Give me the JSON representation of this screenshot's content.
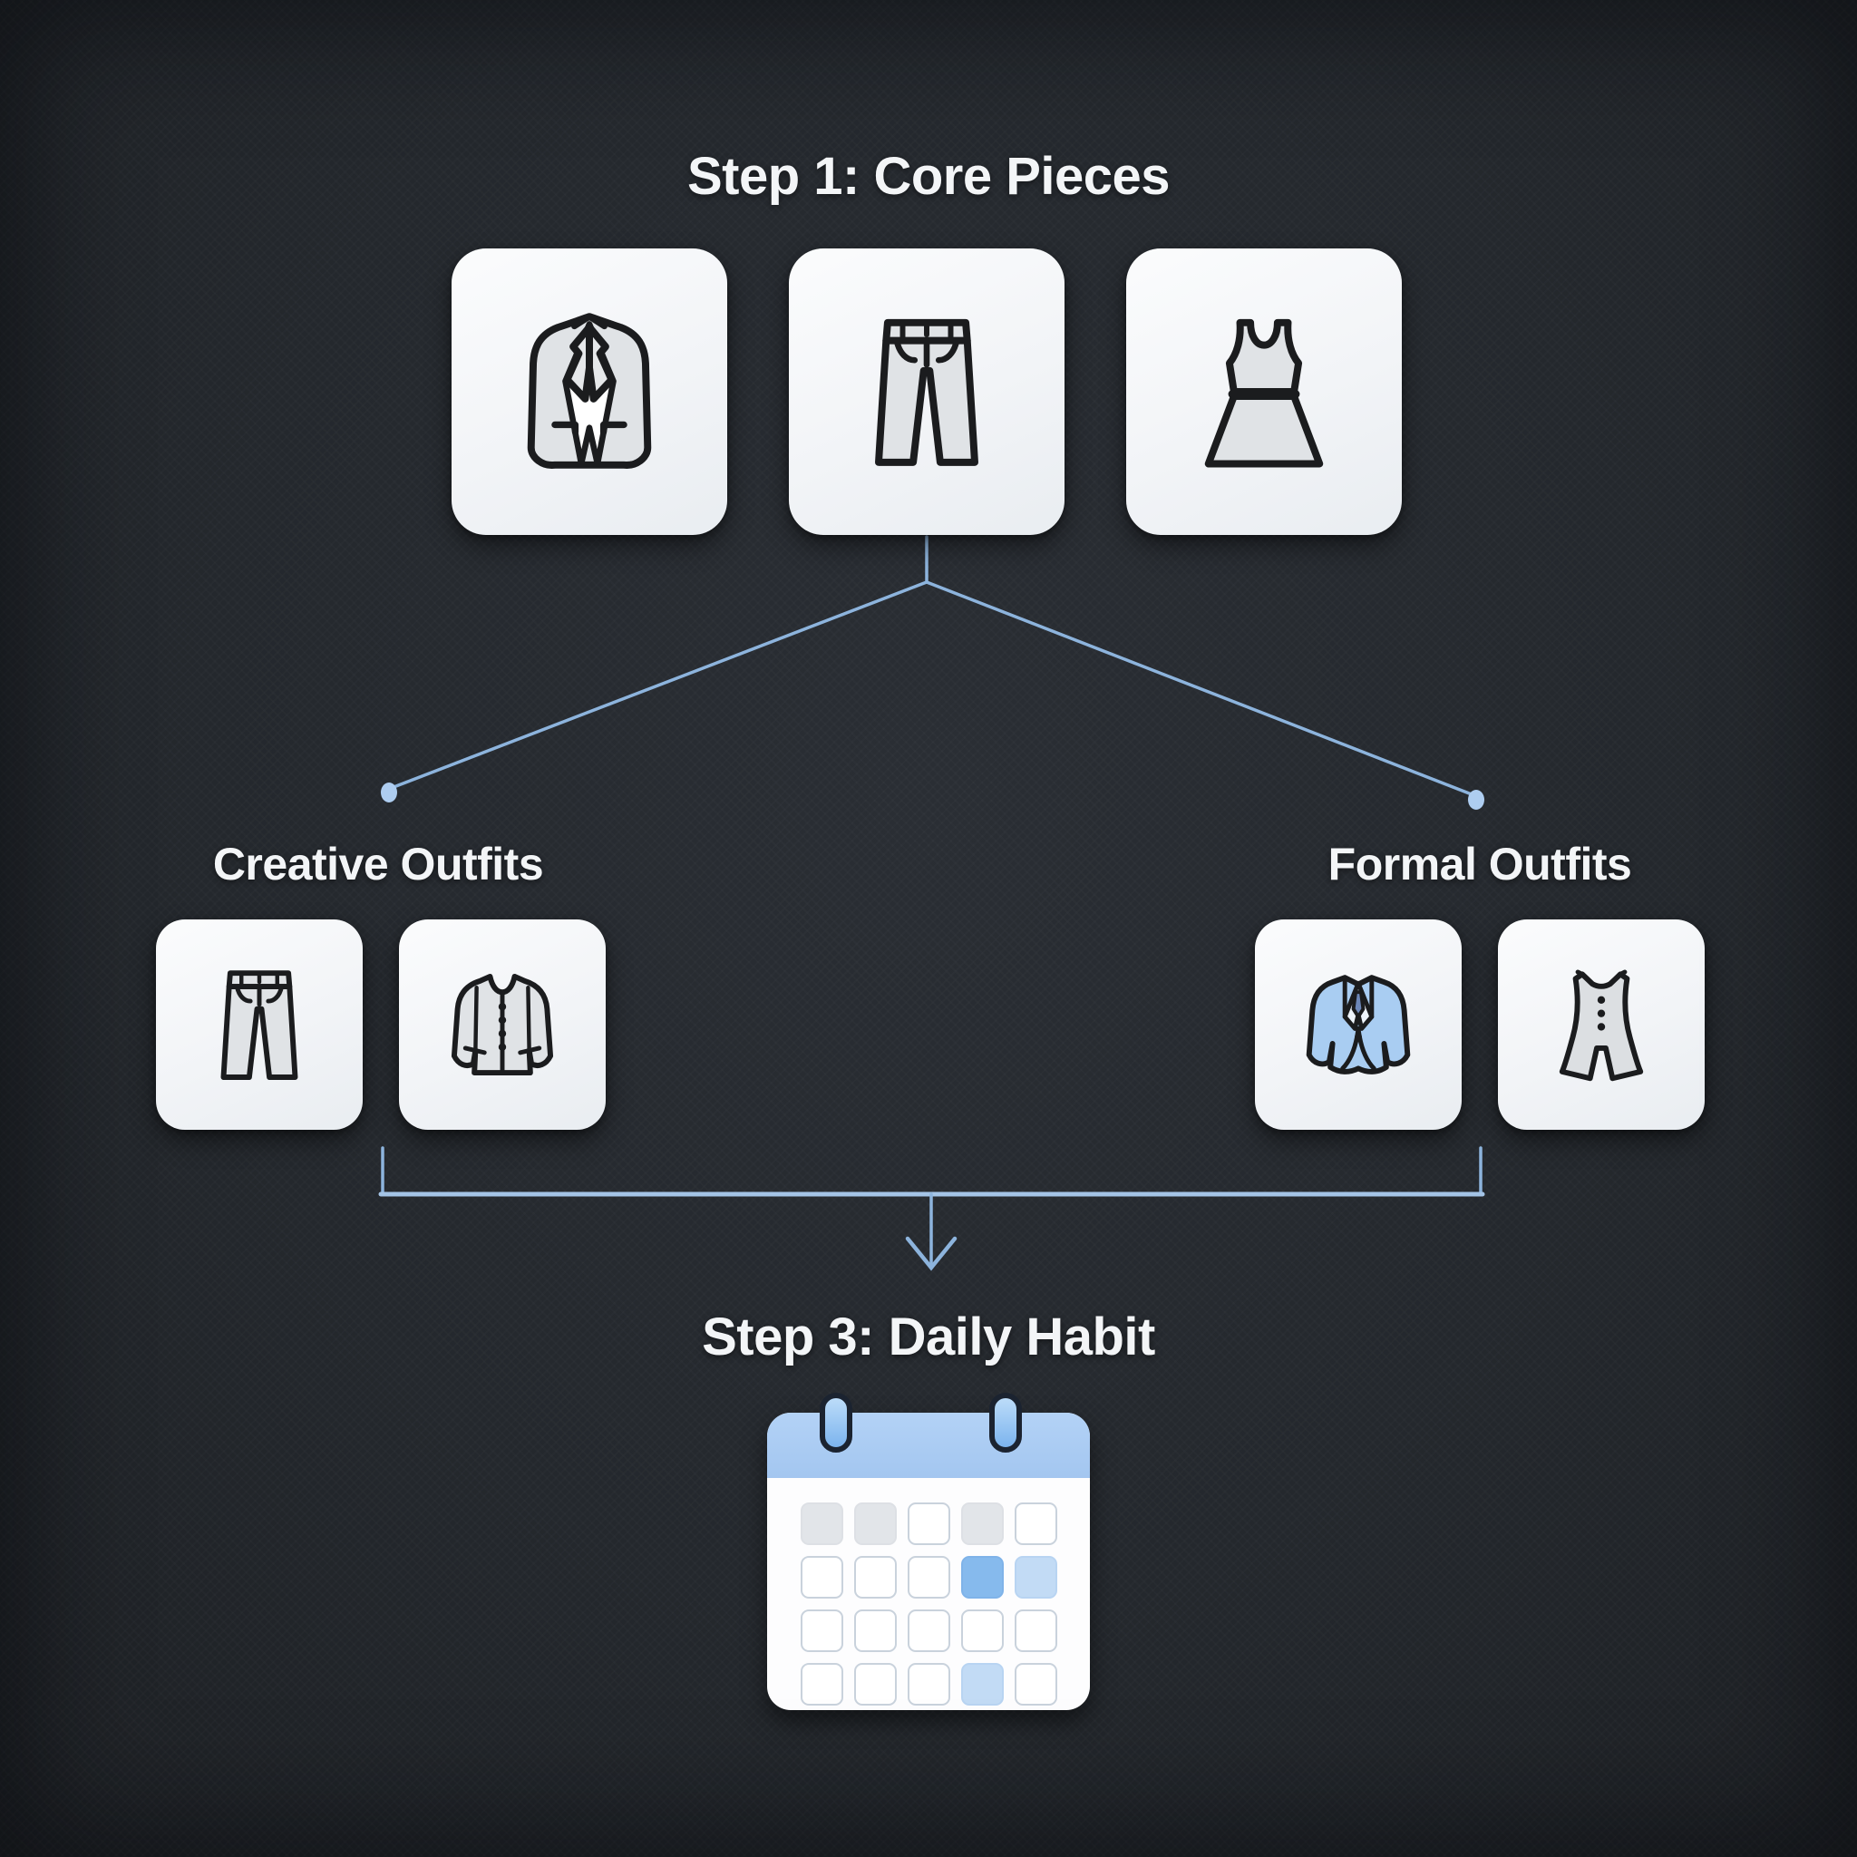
{
  "colors": {
    "background": "#24282d",
    "card_fill": "#f3f5f7",
    "connector_blue": "#8db4dd",
    "node_dot_blue": "#aecdf0",
    "blazer_blue": "#a9cdf2",
    "calendar_header_blue": "#a9cbf3",
    "calendar_selected_blue": "#86baed",
    "calendar_soft_blue": "#c2dbf5",
    "garment_gray": "#dfe2e5",
    "title_white": "#f3f5f7"
  },
  "step1": {
    "title": "Step 1: Core Pieces",
    "cards": [
      {
        "icon": "blazer-icon"
      },
      {
        "icon": "trousers-icon"
      },
      {
        "icon": "dress-icon"
      }
    ]
  },
  "branches": {
    "creative": {
      "title": "Creative Outfits",
      "cards": [
        {
          "icon": "trousers-icon"
        },
        {
          "icon": "cardigan-icon"
        }
      ]
    },
    "formal": {
      "title": "Formal Outfits",
      "cards": [
        {
          "icon": "blue-blazer-icon"
        },
        {
          "icon": "jumpsuit-icon"
        }
      ]
    }
  },
  "step3": {
    "title": "Step 3: Daily Habit",
    "icon": "calendar-icon",
    "calendar_cells": [
      [
        "muted",
        "muted",
        "plain",
        "muted",
        "plain"
      ],
      [
        "plain",
        "plain",
        "plain",
        "selected",
        "soft"
      ],
      [
        "plain",
        "plain",
        "plain",
        "plain",
        "plain"
      ],
      [
        "plain",
        "plain",
        "plain",
        "soft",
        "plain"
      ]
    ]
  }
}
